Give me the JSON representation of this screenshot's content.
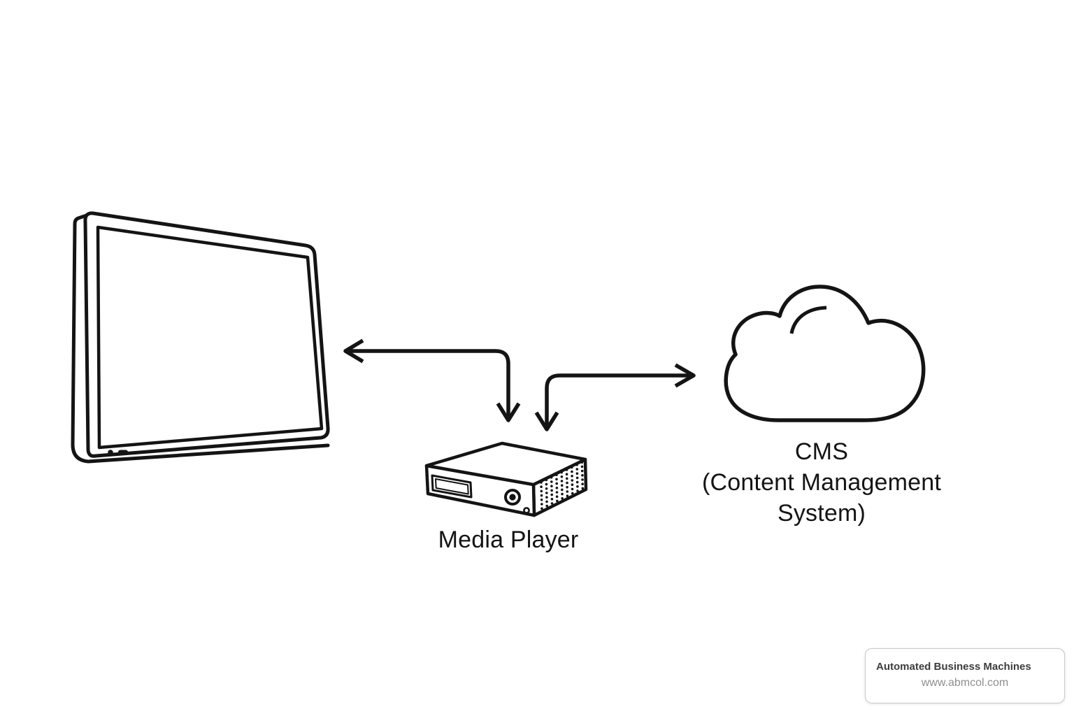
{
  "colors": {
    "background": "#ffffff",
    "line": "#141414",
    "text": "#141414",
    "footer_border": "#c9c9c9",
    "footer_title_color": "#3d3d3d",
    "footer_url_color": "#8f8f8f"
  },
  "diagram": {
    "display": {
      "icon": "flat-screen-display-icon"
    },
    "media_player": {
      "icon": "media-player-box-icon",
      "label": "Media Player"
    },
    "cms": {
      "icon": "cloud-icon",
      "label_lines": [
        "CMS",
        "(Content Management",
        "System)"
      ]
    },
    "connections": [
      {
        "from": "media-player",
        "to": "display",
        "style": "elbow-double-arrow"
      },
      {
        "from": "media-player",
        "to": "cms",
        "style": "elbow-double-arrow"
      }
    ]
  },
  "footer": {
    "company": "Automated Business Machines",
    "website": "www.abmcol.com"
  }
}
